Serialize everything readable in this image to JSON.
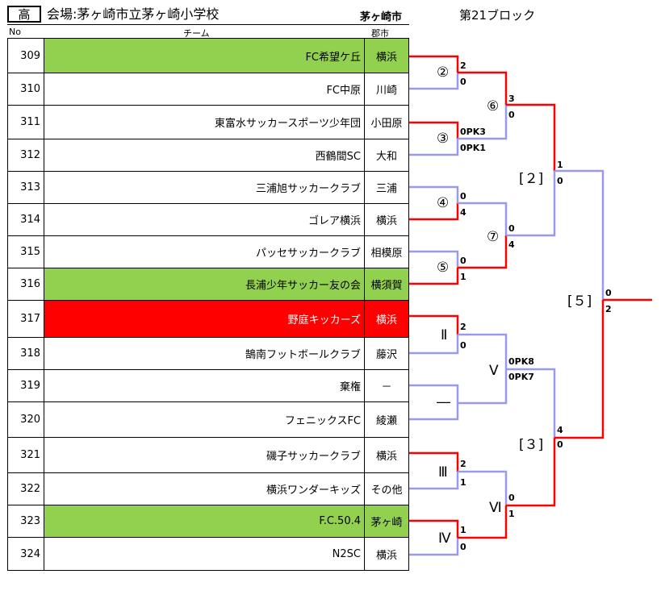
{
  "header": {
    "grade": "高",
    "venue": "会場:茅ヶ崎市立茅ヶ崎小学校",
    "city": "茅ヶ崎市",
    "block": "第21ブロック",
    "col_no": "No",
    "col_team": "チーム",
    "col_area": "郡市"
  },
  "teams": [
    {
      "no": "309",
      "name": "FC希望ケ丘",
      "area": "横浜",
      "hl": "green"
    },
    {
      "no": "310",
      "name": "FC中原",
      "area": "川崎",
      "hl": ""
    },
    {
      "no": "311",
      "name": "東富水サッカースポーツ少年団",
      "area": "小田原",
      "hl": ""
    },
    {
      "no": "312",
      "name": "西鶴間SC",
      "area": "大和",
      "hl": ""
    },
    {
      "no": "313",
      "name": "三浦旭サッカークラブ",
      "area": "三浦",
      "hl": ""
    },
    {
      "no": "314",
      "name": "ゴレア横浜",
      "area": "横浜",
      "hl": ""
    },
    {
      "no": "315",
      "name": "パッセサッカークラブ",
      "area": "相模原",
      "hl": ""
    },
    {
      "no": "316",
      "name": "長浦少年サッカー友の会",
      "area": "横須賀",
      "hl": "green"
    },
    {
      "no": "317",
      "name": "野庭キッカーズ",
      "area": "横浜",
      "hl": "red"
    },
    {
      "no": "318",
      "name": "鵠南フットボールクラブ",
      "area": "藤沢",
      "hl": ""
    },
    {
      "no": "319",
      "name": "棄権",
      "area": "－",
      "hl": ""
    },
    {
      "no": "320",
      "name": "フェニックスFC",
      "area": "綾瀬",
      "hl": ""
    },
    {
      "no": "321",
      "name": "磯子サッカークラブ",
      "area": "横浜",
      "hl": ""
    },
    {
      "no": "322",
      "name": "横浜ワンダーキッズ",
      "area": "その他",
      "hl": ""
    },
    {
      "no": "323",
      "name": "F.C.50.4",
      "area": "茅ヶ崎",
      "hl": "green"
    },
    {
      "no": "324",
      "name": "N2SC",
      "area": "横浜",
      "hl": ""
    }
  ],
  "matches": {
    "m2": "②",
    "m3": "③",
    "m4": "④",
    "m5": "⑤",
    "m6": "⑥",
    "m7": "⑦",
    "mI": "Ⅱ",
    "mIII": "Ⅲ",
    "mIV": "Ⅳ",
    "mV": "Ⅴ",
    "mVI": "Ⅵ",
    "mBye": "―",
    "sf2": "[２]",
    "sf3": "[３]",
    "f5": "[５]"
  },
  "scores": {
    "m2_top": "2",
    "m2_bot": "0",
    "m3_top": "0PK3",
    "m3_bot": "0PK1",
    "m4_top": "0",
    "m4_bot": "4",
    "m5_top": "0",
    "m5_bot": "1",
    "m6_top": "3",
    "m6_bot": "0",
    "m7_top": "0",
    "m7_bot": "4",
    "sf2_top": "1",
    "sf2_bot": "0",
    "mII_top": "2",
    "mII_bot": "0",
    "mV_top": "0PK8",
    "mV_bot": "0PK7",
    "mIII_top": "2",
    "mIII_bot": "1",
    "mIV_top": "1",
    "mIV_bot": "0",
    "mVI_top": "0",
    "mVI_bot": "1",
    "sf3_top": "4",
    "sf3_bot": "0",
    "f5_top": "0",
    "f5_bot": "2"
  },
  "colors": {
    "win": "#ff0000",
    "lose": "#9999ee",
    "green": "#92d050",
    "red": "#ff0000"
  }
}
